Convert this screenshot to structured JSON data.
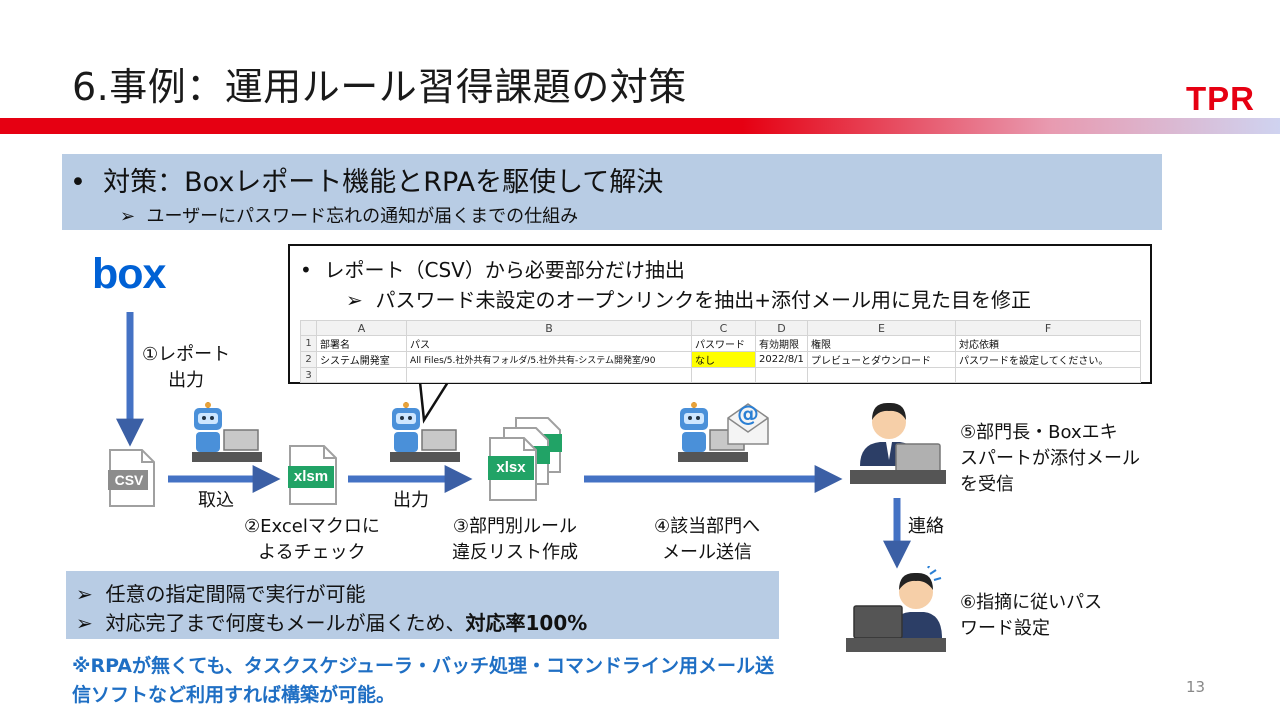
{
  "slide": {
    "title": "6.事例：運用ルール習得課題の対策",
    "logo": "TPR",
    "page_number": "13"
  },
  "strategy": {
    "bullet": "•",
    "main": "対策：Boxレポート機能とRPAを駆使して解決",
    "sub_marker": "➢",
    "sub": "ユーザーにパスワード忘れの通知が届くまでの仕組み"
  },
  "box_logo": "box",
  "flow": {
    "step1": [
      "①レポート",
      "出力"
    ],
    "file_csv": "CSV",
    "arrow_torikomi": "取込",
    "file_xlsm": "xlsm",
    "step2": [
      "②Excelマクロに",
      "よるチェック"
    ],
    "arrow_shutsuryoku": "出力",
    "file_xlsx": "xlsx",
    "step3": [
      "③部門別ルール",
      "違反リスト作成"
    ],
    "step4": [
      "④該当部門へ",
      "メール送信"
    ],
    "mail_symbol": "@",
    "step5": [
      "⑤部門長・Boxエキ",
      "スパートが添付メール",
      "を受信"
    ],
    "arrow_renraku": "連絡",
    "step6": [
      "⑥指摘に従いパス",
      "ワード設定"
    ]
  },
  "callout": {
    "bullet": "•",
    "main": "レポート（CSV）から必要部分だけ抽出",
    "sub_marker": "➢",
    "sub": "パスワード未設定のオープンリンクを抽出+添付メール用に見た目を修正"
  },
  "spreadsheet": {
    "columns": [
      "A",
      "B",
      "C",
      "D",
      "E",
      "F"
    ],
    "rows": [
      [
        "1",
        "部署名",
        "パス",
        "パスワード",
        "有効期限",
        "権限",
        "対応依頼"
      ],
      [
        "2",
        "システム開発室",
        "All Files/5.社外共有フォルダ/5.社外共有-システム開発室/90",
        "なし",
        "2022/8/1",
        "プレビューとダウンロード",
        "パスワードを設定してください。"
      ],
      [
        "3",
        "",
        "",
        "",
        "",
        "",
        ""
      ]
    ]
  },
  "bottom": {
    "marker": "➢",
    "line1": "任意の指定間隔で実行が可能",
    "line2_normal": "対応完了まで何度もメールが届くため、",
    "line2_bold": "対応率100%"
  },
  "note": "※RPAが無くても、タスクスケジューラ・バッチ処理・コマンドライン用メール送信ソフトなど利用すれば構築が可能。",
  "colors": {
    "accent_red": "#e60012",
    "box_blue": "#0061d5",
    "panel_blue": "#b8cce4",
    "arrow_blue": "#4472c4",
    "excel_green": "#21a366",
    "highlight_yellow": "#ffff00",
    "note_blue": "#1f6fc4"
  }
}
